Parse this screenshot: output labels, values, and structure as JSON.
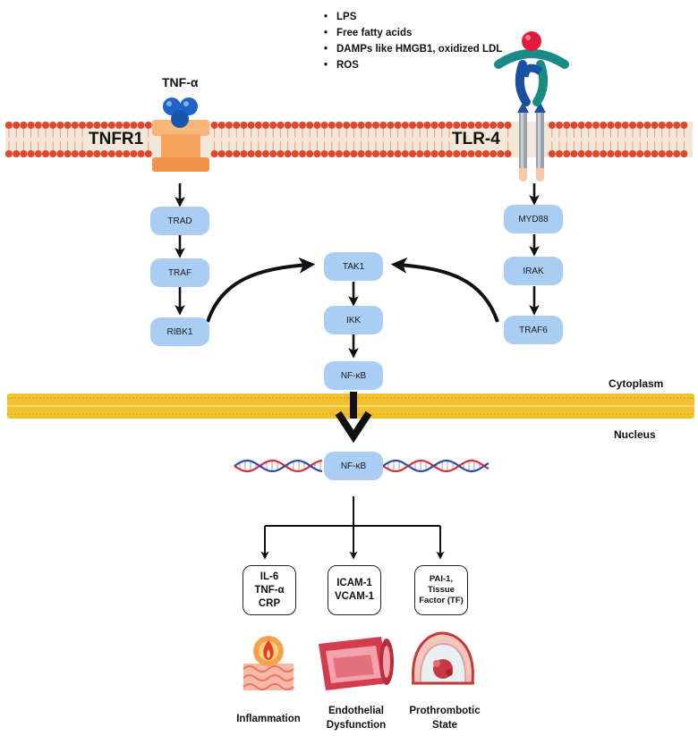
{
  "ligands": {
    "items": [
      "LPS",
      "Free fatty acids",
      "DAMPs like HMGB1, oxidized LDL",
      "ROS"
    ]
  },
  "labels": {
    "tnf_alpha": "TNF-α",
    "tnfr1": "TNFR1",
    "tlr4": "TLR-4",
    "cytoplasm": "Cytoplasm",
    "nucleus": "Nucleus"
  },
  "nodes": {
    "trad": "TRAD",
    "traf": "TRAF",
    "ribk1": "RIBK1",
    "tak1": "TAK1",
    "ikk": "IKK",
    "nfkb_cyto": "NF-κB",
    "myd88": "MYD88",
    "irak": "IRAK",
    "traf6": "TRAF6",
    "nfkb_nucleus": "NF-κB"
  },
  "outputs": [
    {
      "lines": [
        "IL-6",
        "TNF-α",
        "CRP"
      ],
      "caption": [
        "Inflammation"
      ]
    },
    {
      "lines": [
        "ICAM-1",
        "VCAM-1"
      ],
      "caption": [
        "Endothelial",
        "Dysfunction"
      ]
    },
    {
      "lines": [
        "PAI-1,",
        "Tissue",
        "Factor (TF)"
      ],
      "caption": [
        "Prothrombotic",
        "State"
      ]
    }
  ],
  "colors": {
    "membrane_head": "#e0462c",
    "membrane_fill": "#f2e7d9",
    "node_fill": "#a9cdf3",
    "receptor_orange": "#f5a25d",
    "ligand_blue": "#1f63c8",
    "tlr_teal": "#1a8a86",
    "tlr_navy": "#1b4fa0",
    "ligand_red": "#e01b3c",
    "nuclear_membrane": "#f2c12e",
    "dna_red": "#d8303a",
    "dna_blue": "#2c4ea0"
  }
}
